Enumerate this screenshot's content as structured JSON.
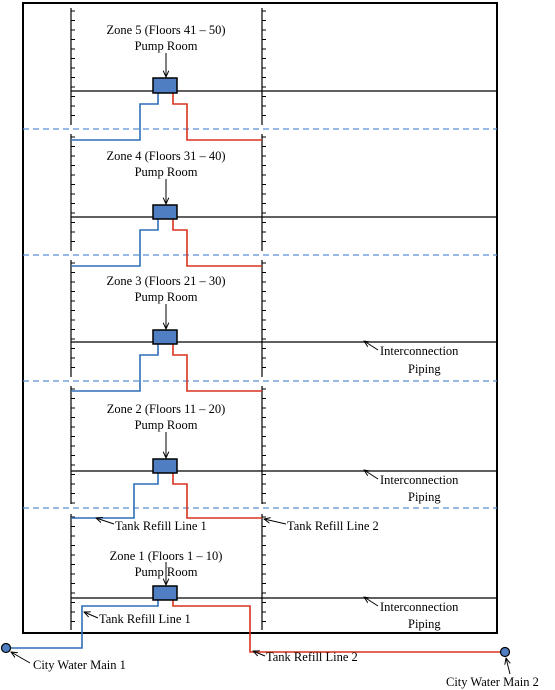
{
  "colors": {
    "outline": "#000000",
    "blue_line": "#2e6fb8",
    "red_line": "#d9321e",
    "pump_fill": "#4f7fc2",
    "dash": "#5b8fd0"
  },
  "zones": [
    {
      "title": "Zone 5 (Floors 41 – 50)",
      "room": "Pump Room"
    },
    {
      "title": "Zone 4 (Floors 31 – 40)",
      "room": "Pump Room"
    },
    {
      "title": "Zone 3 (Floors 21 – 30)",
      "room": "Pump Room"
    },
    {
      "title": "Zone 2 (Floors 11 – 20)",
      "room": "Pump Room"
    },
    {
      "title": "Zone 1 (Floors 1 – 10)",
      "room": "Pump Room"
    }
  ],
  "interconnection": [
    {
      "line1": "Interconnection",
      "line2": "Piping"
    },
    {
      "line1": "Interconnection",
      "line2": "Piping"
    },
    {
      "line1": "Interconnection",
      "line2": "Piping"
    }
  ],
  "tank_refill": {
    "upper_line1": "Tank Refill Line 1",
    "upper_line2": "Tank Refill Line 2",
    "lower_line1": "Tank Refill Line 1",
    "lower_line2": "Tank Refill Line 2"
  },
  "mains": {
    "main1": "City Water Main 1",
    "main2": "City Water Main 2"
  }
}
